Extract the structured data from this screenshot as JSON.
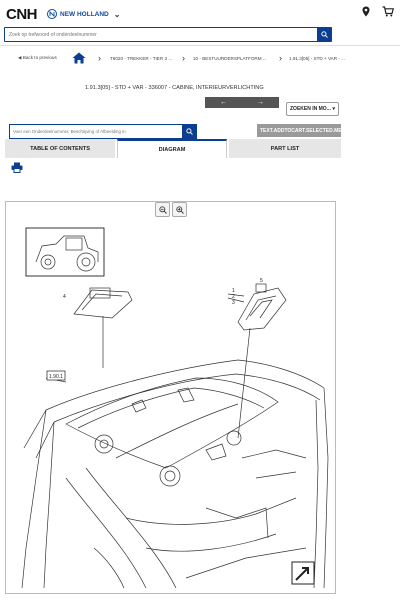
{
  "header": {
    "logo_text": "CNH",
    "brand_name": "NEW HOLLAND",
    "search_placeholder": "Zoek op trefwoord of onderdeelnummer"
  },
  "breadcrumb": {
    "back_label": "Back to previous",
    "items": [
      "T6020 - TREKKER - TIER 3 ...",
      "10 - BESTUURDERSPLATFORM ...",
      "1.91.3[05] - STD + VAR - ..."
    ]
  },
  "page": {
    "title": "1.91.3[05] - STD + VAR - 336007 - CABINE, INTERIEURVERLICHTING",
    "prev_arrow": "←",
    "next_arrow": "→",
    "zoom_select": "ZOEKEN IN MO...",
    "part_search_placeholder": "Voer een Onderdeelnummer, Beschrijving of Afbeelding in",
    "add_to_cart_label": "TEXT.ADDTOCART.SELECTED.MESSAGE"
  },
  "tabs": [
    {
      "label": "TABLE OF CONTENTS",
      "active": false
    },
    {
      "label": "DIAGRAM",
      "active": true
    },
    {
      "label": "PART LIST",
      "active": false
    }
  ],
  "diagram": {
    "callouts": [
      "4",
      "1",
      "2",
      "3",
      "5",
      "1.90.1"
    ]
  },
  "colors": {
    "brand_blue": "#0b3d91",
    "nav_gray": "#555555",
    "tab_gray": "#e6e6e6"
  }
}
